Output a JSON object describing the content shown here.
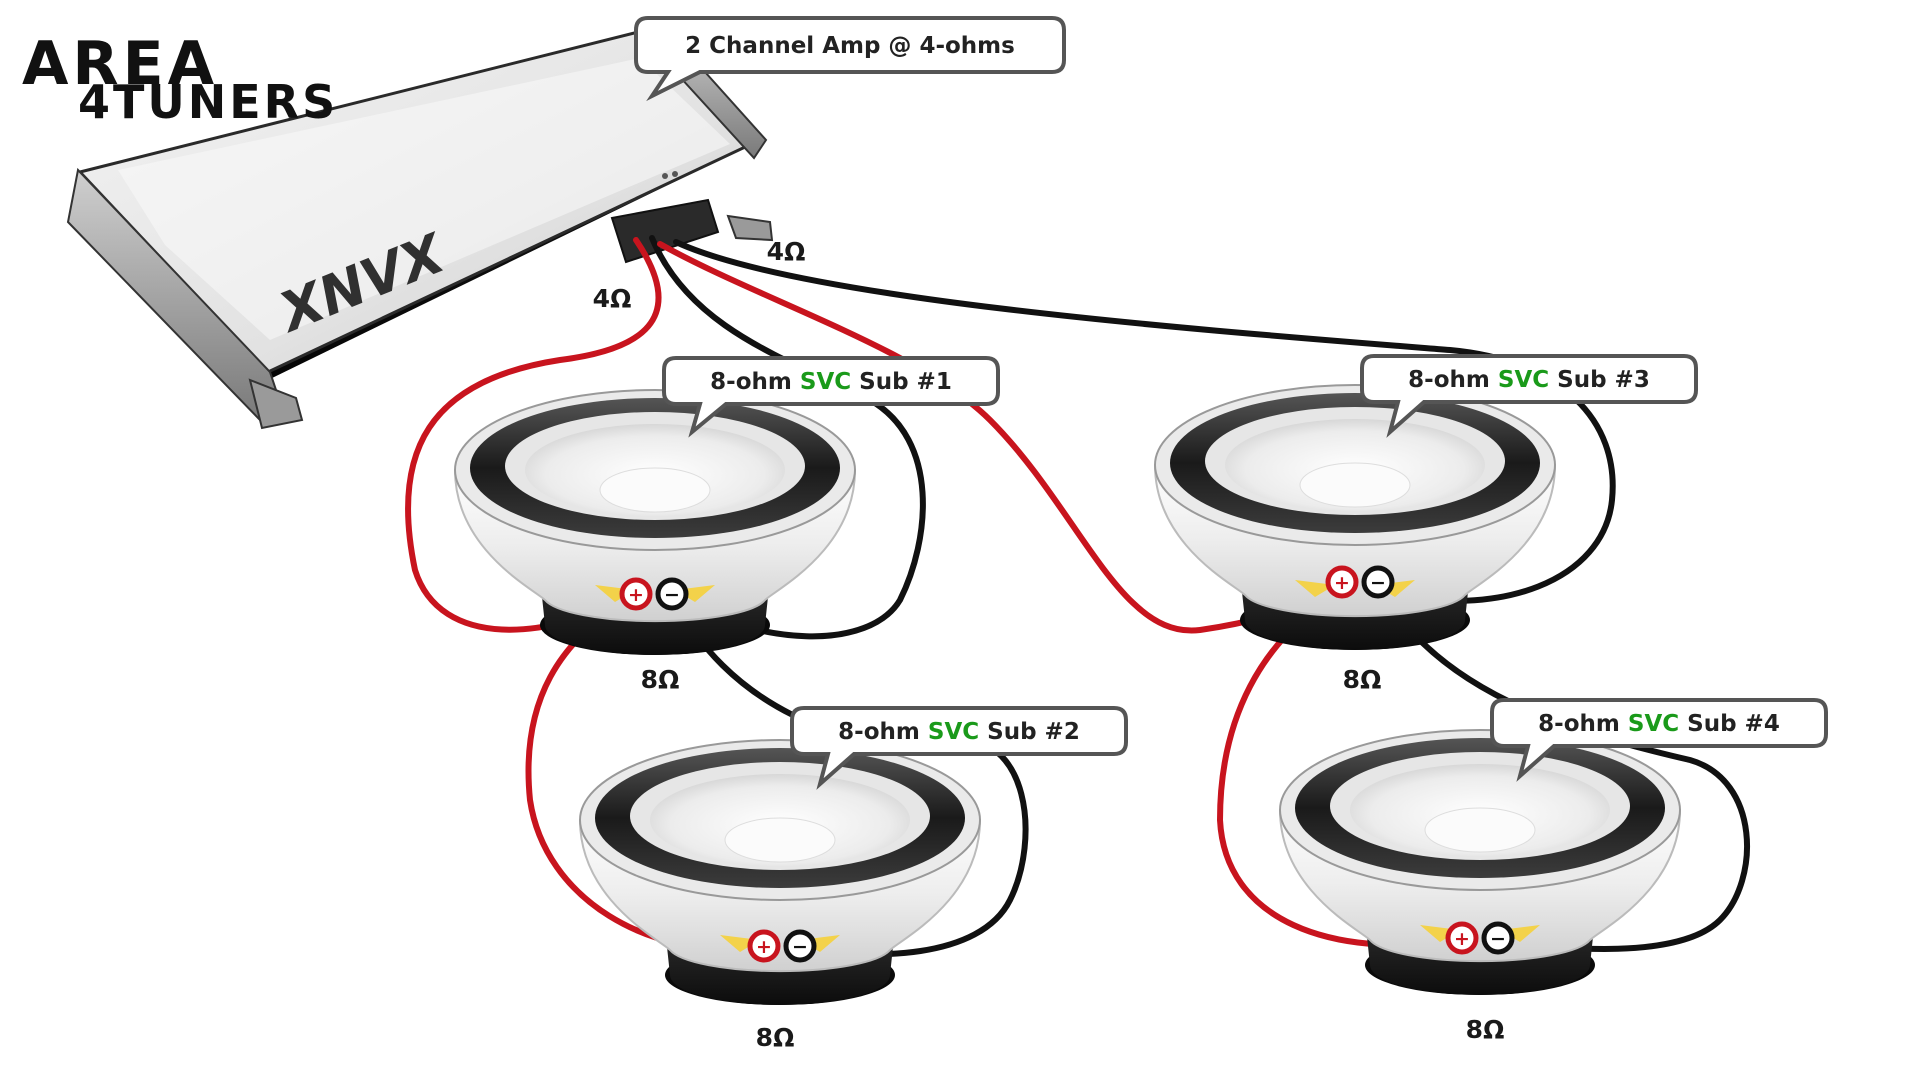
{
  "watermark": {
    "line1": "AREA",
    "line2": "4TUNERS"
  },
  "amp": {
    "callout": "2 Channel Amp @ 4-ohms",
    "brand": "XNVX",
    "channel_a_load": "4Ω",
    "channel_b_load": "4Ω"
  },
  "subs": [
    {
      "prefix": "8-ohm ",
      "type": "SVC",
      "suffix": " Sub #1",
      "impedance": "8Ω"
    },
    {
      "prefix": "8-ohm ",
      "type": "SVC",
      "suffix": " Sub #2",
      "impedance": "8Ω"
    },
    {
      "prefix": "8-ohm ",
      "type": "SVC",
      "suffix": " Sub #3",
      "impedance": "8Ω"
    },
    {
      "prefix": "8-ohm ",
      "type": "SVC",
      "suffix": " Sub #4",
      "impedance": "8Ω"
    }
  ],
  "terminals": {
    "positive": "+",
    "negative": "−"
  },
  "colors": {
    "positive_wire": "#c8141e",
    "negative_wire": "#111111",
    "svc_text": "#1a9a1a"
  }
}
